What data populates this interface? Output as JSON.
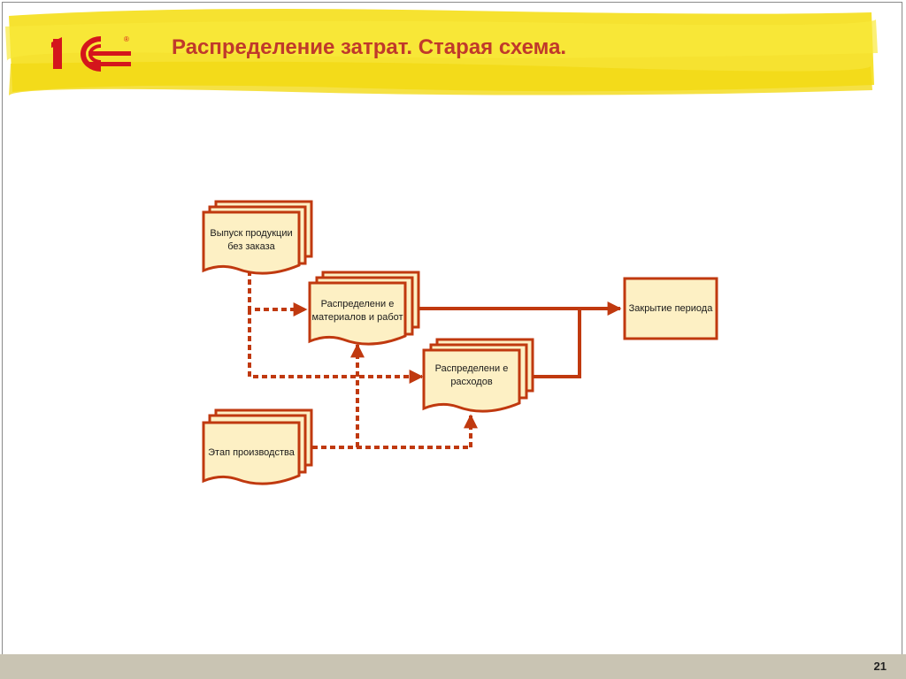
{
  "slide": {
    "title": "Распределение затрат. Старая схема.",
    "page_number": "21",
    "accent_color": "#c0390f",
    "box_fill": "#fdf0c4",
    "highlighter_color": "#f7e21f"
  },
  "logo": {
    "text": "1С",
    "registered_mark": "®"
  },
  "diagram": {
    "nodes": {
      "release": "Выпуск продукции без заказа",
      "materials": "Распределени е материалов и работ",
      "expenses": "Распределени е расходов",
      "closing": "Закрытие периода",
      "stage": "Этап производства"
    }
  }
}
